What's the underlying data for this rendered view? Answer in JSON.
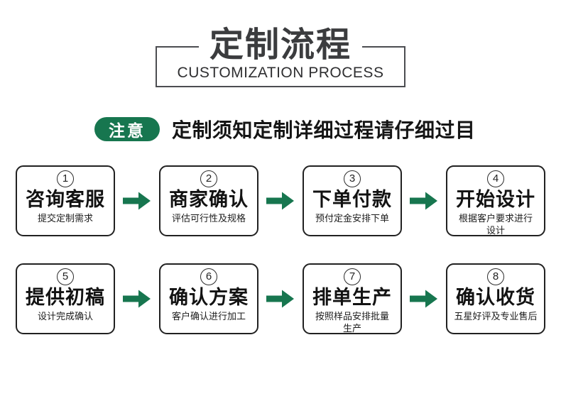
{
  "header": {
    "title": "定制流程",
    "subtitle": "CUSTOMIZATION PROCESS"
  },
  "notice": {
    "badge": "注意",
    "text": "定制须知定制详细过程请仔细过目"
  },
  "colors": {
    "accent_green": "#17764F",
    "title_frame_border": "#4c4d51",
    "step_border": "#212121"
  },
  "steps": [
    {
      "number": "1",
      "title": "咨询客服",
      "subtitle": "提交定制需求"
    },
    {
      "number": "2",
      "title": "商家确认",
      "subtitle": "评估可行性及规格"
    },
    {
      "number": "3",
      "title": "下单付款",
      "subtitle": "预付定金安排下单"
    },
    {
      "number": "4",
      "title": "开始设计",
      "subtitle": "根据客户要求进行\n设计"
    },
    {
      "number": "5",
      "title": "提供初稿",
      "subtitle": "设计完成确认"
    },
    {
      "number": "6",
      "title": "确认方案",
      "subtitle": "客户确认进行加工"
    },
    {
      "number": "7",
      "title": "排单生产",
      "subtitle": "按照样品安排批量\n生产"
    },
    {
      "number": "8",
      "title": "确认收货",
      "subtitle": "五星好评及专业售后"
    }
  ]
}
